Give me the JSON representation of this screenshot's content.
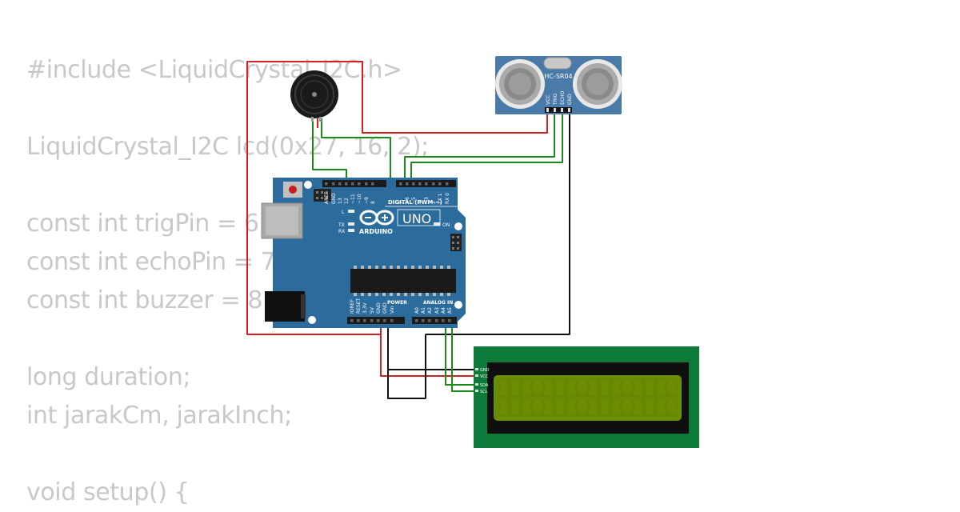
{
  "code_lines": [
    "#include <LiquidCrystal_I2C.h>",
    "",
    "LiquidCrystal_I2C lcd(0x27, 16, 2);",
    "",
    "const int trigPin = 6;",
    "const int echoPin = 7;",
    "const int buzzer = 8;",
    "",
    "long duration;",
    "int jarakCm, jarakInch;",
    "",
    "void setup() {"
  ],
  "arduino": {
    "brand": "ARDUINO",
    "model": "UNO",
    "digital_label": "DIGITAL (PWM ~)",
    "power_label": "POWER",
    "analog_label": "ANALOG IN",
    "on_label": "ON",
    "tx_label": "TX",
    "rx_label": "RX",
    "l_label": "L",
    "digital_pins": [
      "AREF",
      "GND",
      "13",
      "12",
      "~11",
      "~10",
      "~9",
      "8",
      "7",
      "~6",
      "~5",
      "4",
      "~3",
      "2",
      "TX 1",
      "RX 0"
    ],
    "power_pins": [
      "IOREF",
      "RESET",
      "3.3V",
      "5V",
      "GND",
      "GND",
      "Vin"
    ],
    "analog_pins": [
      "A0",
      "A1",
      "A2",
      "A3",
      "A4",
      "A5"
    ]
  },
  "sensor": {
    "name": "HC-SR04",
    "pins": [
      "VCC",
      "TRIG",
      "ECHO",
      "GND"
    ]
  },
  "lcd": {
    "pins": [
      "GND",
      "VCC",
      "SDA",
      "SCL"
    ],
    "backlight_color": "#6b8e00"
  },
  "colors": {
    "code_text": "#c8c8c8",
    "wire_red": "#d42020",
    "wire_green": "#1a8a1a",
    "wire_black": "#111111",
    "board_blue": "#2c6c9c",
    "lcd_pcb": "#0e7a3a",
    "sensor_blue": "#4a7aa8"
  }
}
